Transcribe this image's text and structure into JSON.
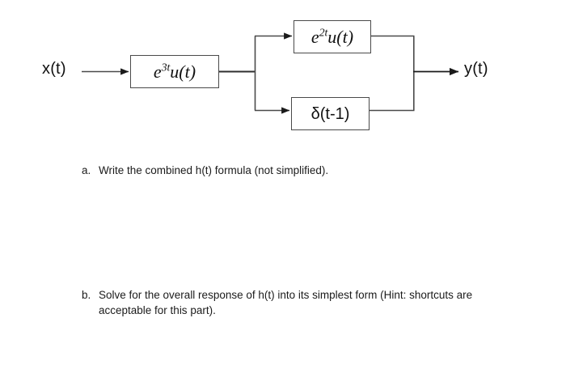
{
  "diagram": {
    "input_label": "x(t)",
    "output_label": "y(t)",
    "blocks": {
      "first": {
        "base": "e",
        "exponent": "3t",
        "func": "u(t)",
        "text": "e^{3t}u(t)"
      },
      "top": {
        "base": "e",
        "exponent": "2t",
        "func": "u(t)",
        "text": "e^{2t}u(t)"
      },
      "bottom": {
        "text": "δ(t-1)"
      }
    }
  },
  "questions": [
    {
      "marker": "a.",
      "text": "Write the combined h(t) formula (not simplified)."
    },
    {
      "marker": "b.",
      "text": "Solve for the overall response of h(t) into its simplest form (Hint: shortcuts are acceptable for this part)."
    }
  ],
  "colors": {
    "background": "#ffffff",
    "text": "#1b1b1b",
    "line": "#4a4a4a",
    "arrow": "#1a1a1a"
  }
}
